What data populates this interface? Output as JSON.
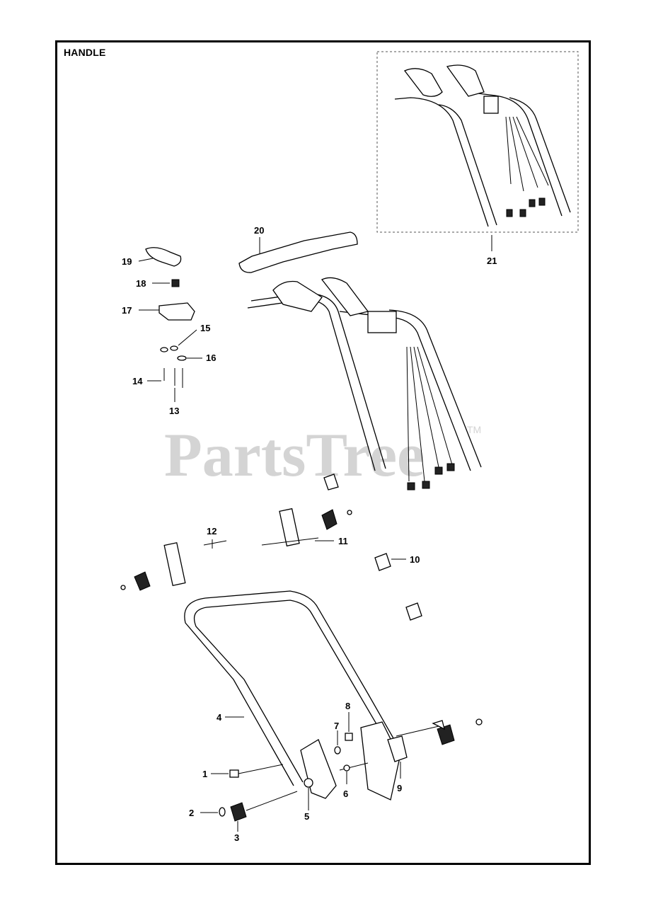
{
  "title": "HANDLE",
  "watermark": {
    "text": "PartsTree",
    "trademark": "TM"
  },
  "callouts": {
    "c1": "1",
    "c2": "2",
    "c3": "3",
    "c4": "4",
    "c5": "5",
    "c6": "6",
    "c7": "7",
    "c8": "8",
    "c9": "9",
    "c10": "10",
    "c11": "11",
    "c12": "12",
    "c13": "13",
    "c14": "14",
    "c15": "15",
    "c16": "16",
    "c17": "17",
    "c18": "18",
    "c19": "19",
    "c20": "20",
    "c21": "21"
  }
}
